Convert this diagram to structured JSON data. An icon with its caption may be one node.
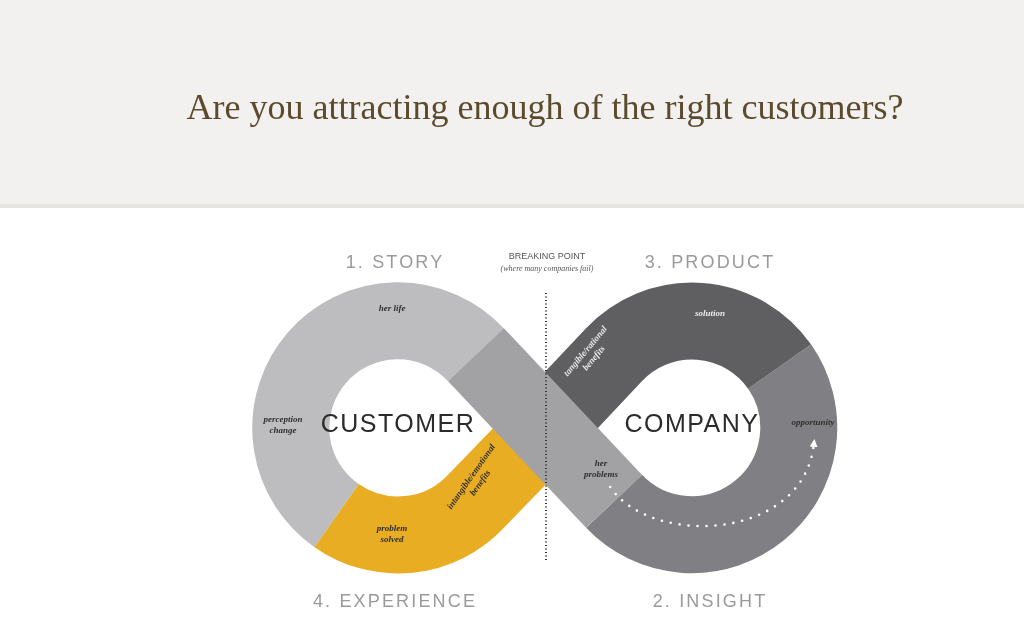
{
  "diagram": {
    "title": "Are you attracting enough of the right customers?",
    "nodes": [
      {
        "text": [
          "her problems"
        ]
      },
      {
        "text": [
          "opportunity"
        ]
      }
    ],
    "edges": [
      {
        "from": 0,
        "to": 1,
        "arrow": "to",
        "style": "dashed",
        "color": "#ffffff"
      }
    ],
    "labels": [
      "1. STORY",
      "BREAKING POINT",
      "(where many companies fail)",
      "3. PRODUCT",
      "her life",
      "solution",
      "tangible/rational benefits",
      "perception change",
      "CUSTOMER",
      "COMPANY",
      "intangible/emotional benefits",
      "problem solved",
      "4. EXPERIENCE",
      "2. INSIGHT"
    ]
  }
}
